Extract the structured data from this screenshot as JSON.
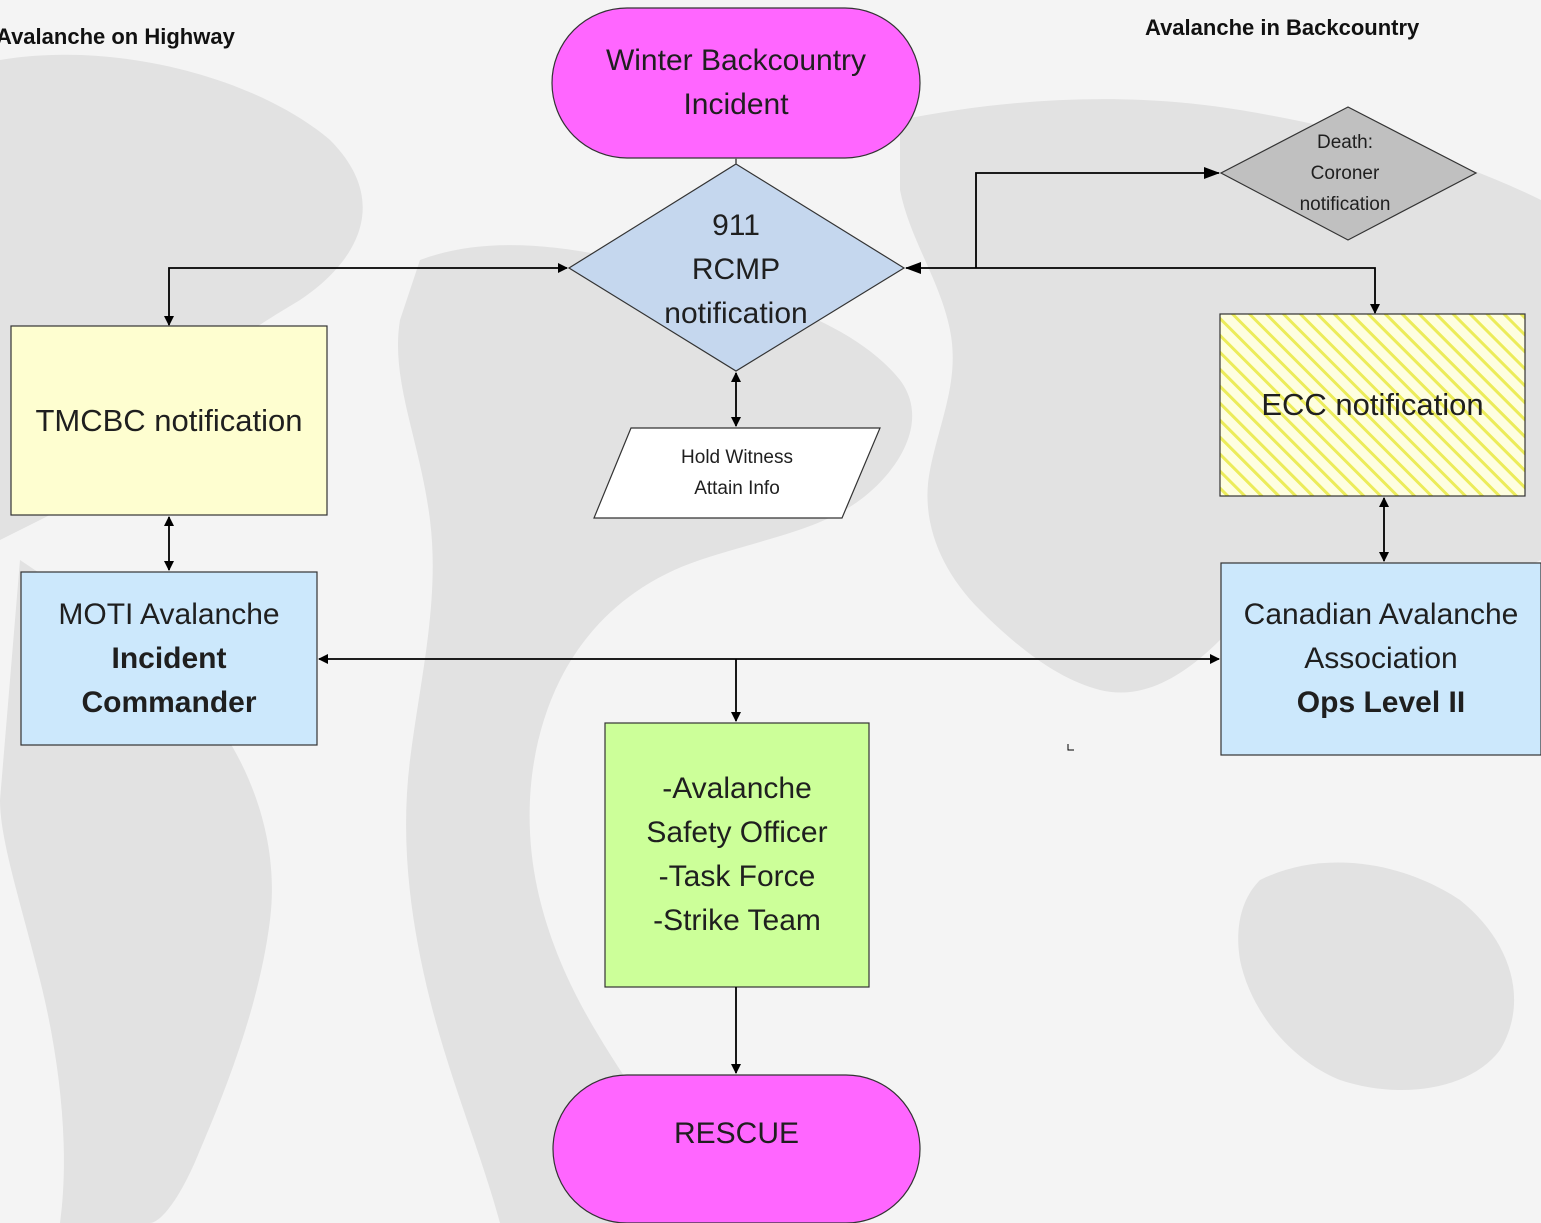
{
  "headers": {
    "left": "Avalanche on Highway",
    "right": "Avalanche in Backcountry"
  },
  "nodes": {
    "start": {
      "line1": "Winter Backcountry",
      "line2": "Incident"
    },
    "rcmp": {
      "line1": "911",
      "line2": "RCMP",
      "line3": "notification"
    },
    "coroner": {
      "line1": "Death:",
      "line2": "Coroner",
      "line3": "notification"
    },
    "witness": {
      "line1": "Hold Witness",
      "line2": "Attain Info"
    },
    "tmcbc": {
      "text": "TMCBC notification"
    },
    "ecc": {
      "text": "ECC notification"
    },
    "moti": {
      "line1": "MOTI Avalanche",
      "line2": "Incident",
      "line3": "Commander"
    },
    "caa": {
      "line1": "Canadian Avalanche",
      "line2": "Association",
      "line3": "Ops Level II"
    },
    "resources": {
      "line1": "-Avalanche",
      "line2": "Safety Officer",
      "line3": "-Task Force",
      "line4": "-Strike Team"
    },
    "rescue": {
      "text": "RESCUE"
    }
  },
  "colors": {
    "terminal": "#ff66ff",
    "decision": "#c5d7ee",
    "death": "#c0c0c0",
    "tmcbc": "#fefed0",
    "ecc_stripe": "#ecec5a",
    "commander": "#cce8fc",
    "resources": "#ccff99",
    "connector": "#000000",
    "map_land": "#e0e0e0"
  }
}
